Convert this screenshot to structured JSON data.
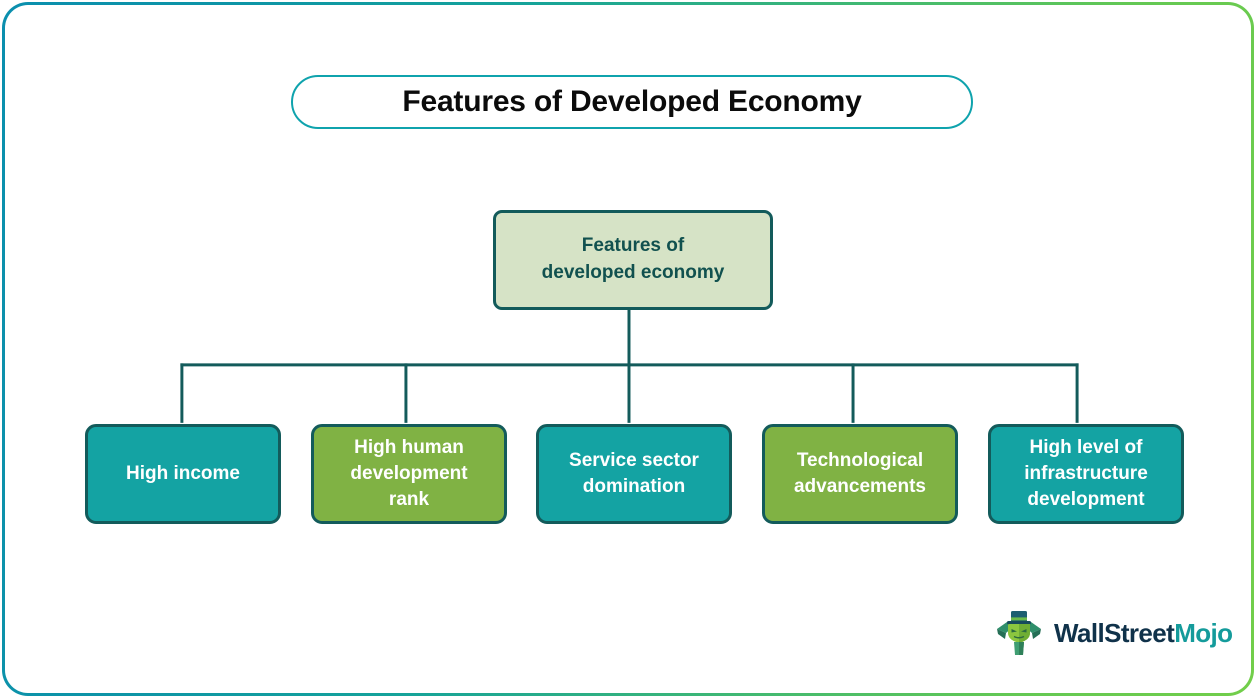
{
  "card": {
    "border_gradient_start": "#0b8fae",
    "border_gradient_end": "#72ce4a",
    "background": "#ffffff"
  },
  "title": {
    "text": "Features of Developed Economy",
    "border_color": "#0fa3ad",
    "text_color": "#0b0b0b"
  },
  "diagram": {
    "type": "org-chart",
    "connector_color": "#135b5b",
    "root": {
      "lines": [
        "Features of",
        "developed economy"
      ],
      "fill": "#d6e3c6",
      "border": "#135b5b",
      "text_color": "#11514f"
    },
    "leaves": [
      {
        "lines": [
          "High income"
        ],
        "fill": "#14a3a3",
        "style": "teal",
        "text_color": "#ffffff"
      },
      {
        "lines": [
          "High human",
          "development",
          "rank"
        ],
        "fill": "#80b244",
        "style": "green",
        "text_color": "#ffffff"
      },
      {
        "lines": [
          "Service sector",
          "domination"
        ],
        "fill": "#14a3a3",
        "style": "teal",
        "text_color": "#ffffff"
      },
      {
        "lines": [
          "Technological",
          "advancements"
        ],
        "fill": "#80b244",
        "style": "green",
        "text_color": "#ffffff"
      },
      {
        "lines": [
          "High level of",
          "infrastructure",
          "development"
        ],
        "fill": "#14a3a3",
        "style": "teal",
        "text_color": "#ffffff"
      }
    ]
  },
  "logo": {
    "word_primary": "WallStreet",
    "word_accent": "Mojo",
    "primary_color": "#10324a",
    "accent_color": "#149b9b",
    "mark_name": "wallstreetmojo-bull-tophat-icon"
  }
}
